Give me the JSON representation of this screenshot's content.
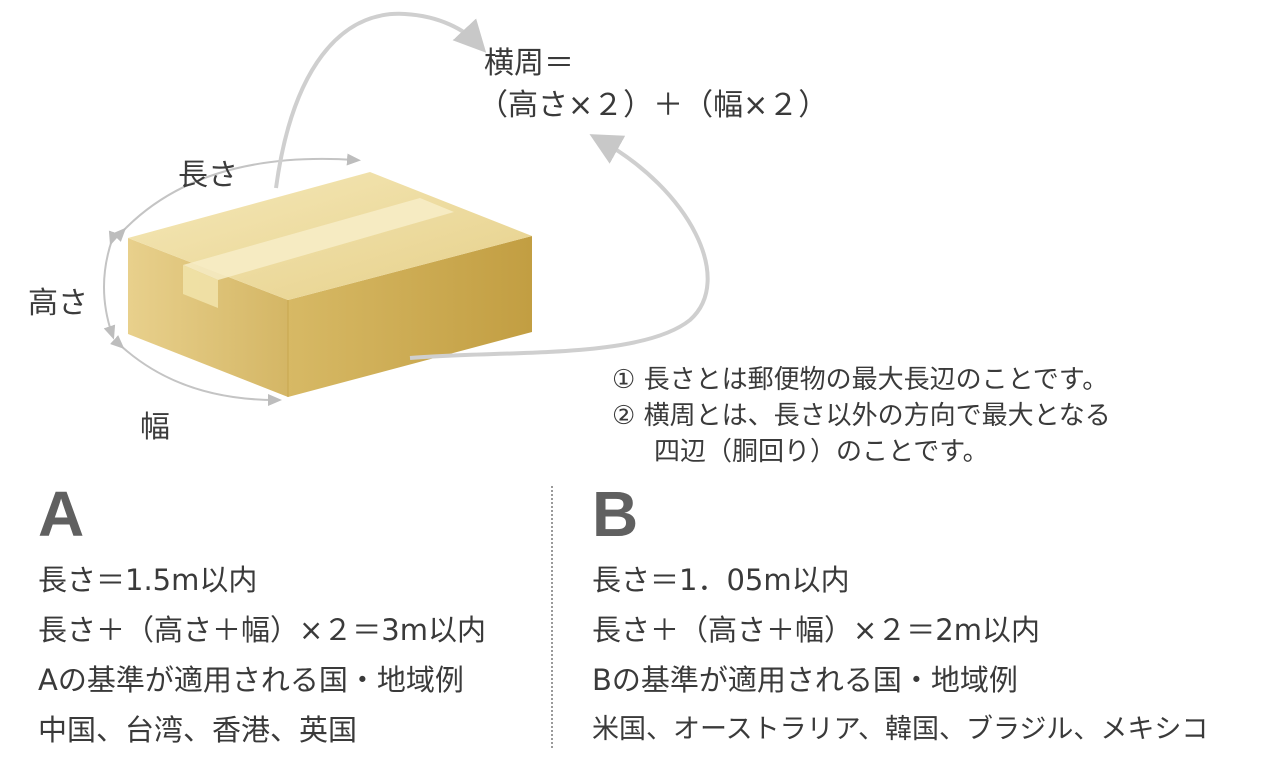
{
  "diagram": {
    "labels": {
      "length": "長さ",
      "height": "高さ",
      "width": "幅"
    },
    "formula": {
      "line1": "横周＝",
      "line2": "（高さ×２）＋（幅×２）"
    },
    "notes": {
      "note1": "① 長さとは郵便物の最大長辺のことです。",
      "note2_line1": "② 横周とは、長さ以外の方向で最大となる",
      "note2_line2": "四辺（胴回り）のことです。"
    },
    "colors": {
      "box_top": "#efdfa6",
      "box_front": "#d9bd6e",
      "box_side": "#c9a64a",
      "tape": "#f6ecc4",
      "arrow": "#c8c8c8"
    }
  },
  "sections": [
    {
      "letter": "A",
      "lines": [
        "長さ＝1.5m以内",
        "長さ＋（高さ＋幅）×２＝3m以内",
        "Aの基準が適用される国・地域例",
        "中国、台湾、香港、英国"
      ]
    },
    {
      "letter": "B",
      "lines": [
        "長さ＝1．05m以内",
        "長さ＋（高さ＋幅）×２＝2m以内",
        "Bの基準が適用される国・地域例",
        "米国、オーストラリア、韓国、ブラジル、メキシコ"
      ]
    }
  ]
}
